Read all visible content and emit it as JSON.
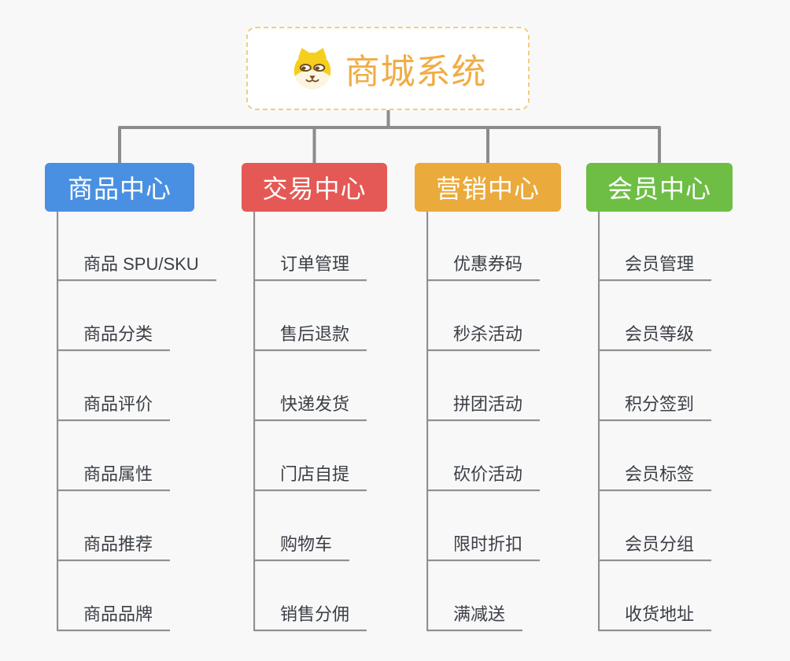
{
  "canvas": {
    "background": "#f8f8f8",
    "connector_color": "#8c8c8c",
    "leaf_line_color": "#909090",
    "leaf_text_color": "#3b3f46"
  },
  "root": {
    "title": "商城系统",
    "icon": "dog-face-icon",
    "title_color": "#f0ac44",
    "border_color": "#f3cc80",
    "background": "#ffffff"
  },
  "branches": [
    {
      "id": "product-center",
      "label": "商品中心",
      "color": "#4a90e2",
      "children": [
        "商品 SPU/SKU",
        "商品分类",
        "商品评价",
        "商品属性",
        "商品推荐",
        "商品品牌"
      ]
    },
    {
      "id": "trade-center",
      "label": "交易中心",
      "color": "#e45955",
      "children": [
        "订单管理",
        "售后退款",
        "快递发货",
        "门店自提",
        "购物车",
        "销售分佣"
      ]
    },
    {
      "id": "marketing-center",
      "label": "营销中心",
      "color": "#ebaa3c",
      "children": [
        "优惠券码",
        "秒杀活动",
        "拼团活动",
        "砍价活动",
        "限时折扣",
        "满减送"
      ]
    },
    {
      "id": "member-center",
      "label": "会员中心",
      "color": "#6ebe45",
      "children": [
        "会员管理",
        "会员等级",
        "积分签到",
        "会员标签",
        "会员分组",
        "收货地址"
      ]
    }
  ]
}
